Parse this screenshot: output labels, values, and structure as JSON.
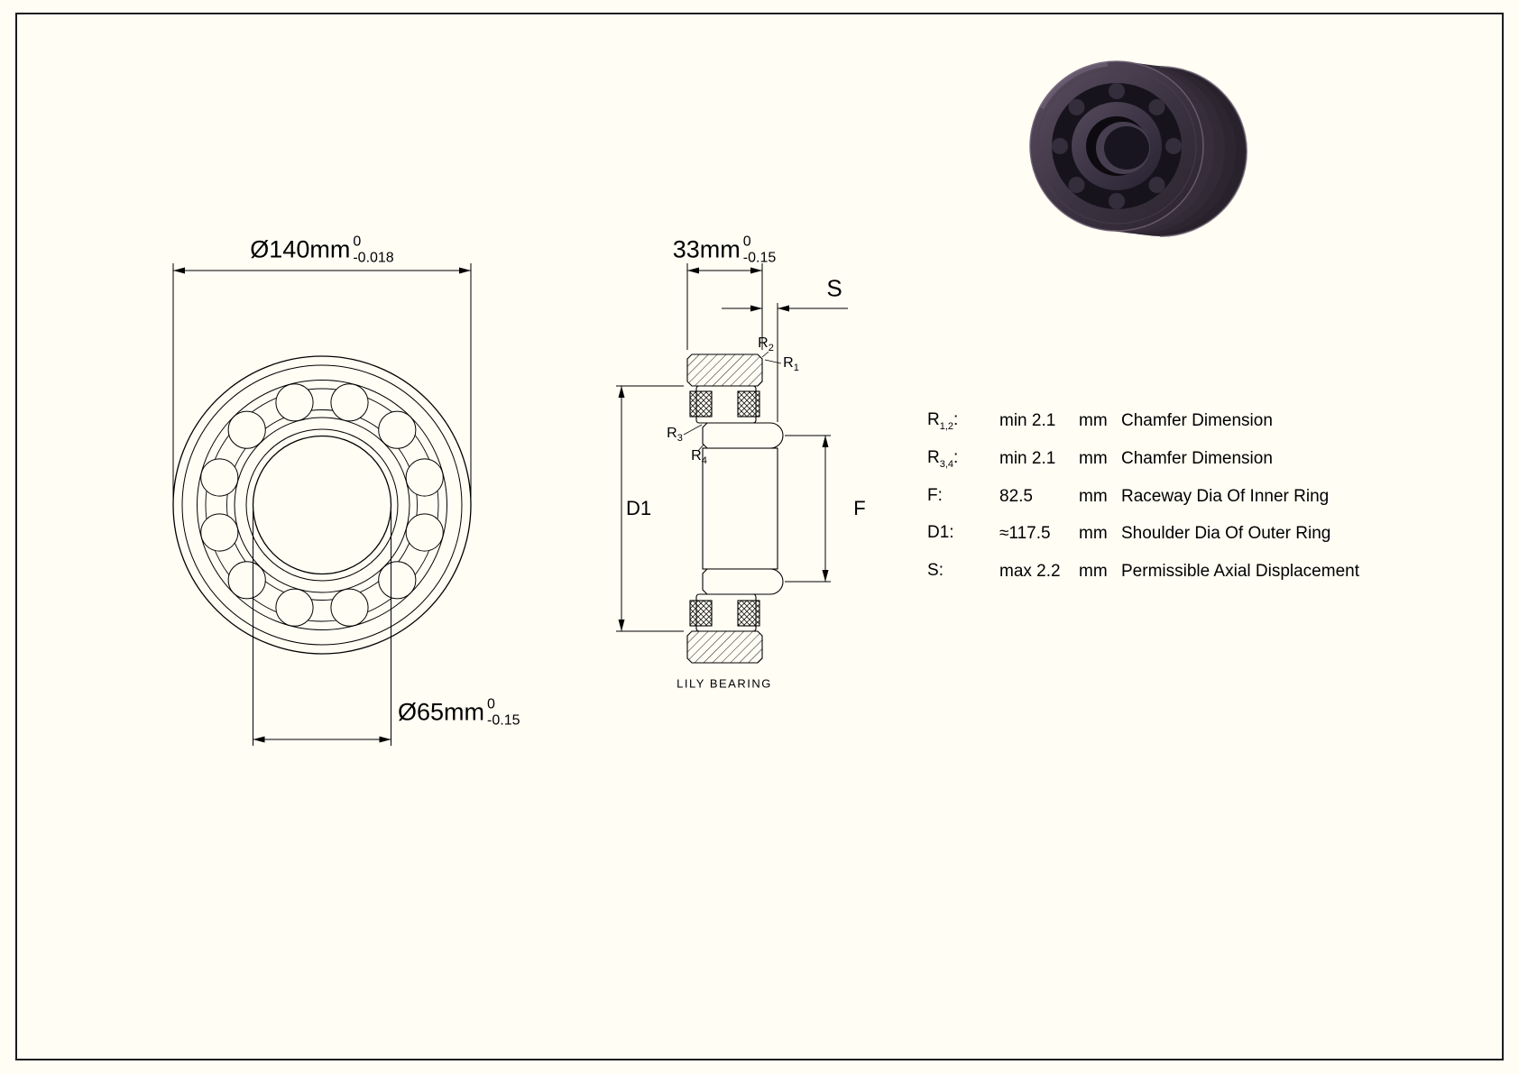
{
  "page": {
    "bg": "#fffdf4",
    "border_color": "#1c1c1c"
  },
  "front_view": {
    "outer_dim": {
      "text": "Ø140mm",
      "tol_top": "0",
      "tol_bottom": "-0.018"
    },
    "bore_dim": {
      "text": "Ø65mm",
      "tol_top": "0",
      "tol_bottom": "-0.15"
    }
  },
  "section_view": {
    "width_dim": {
      "text": "33mm",
      "tol_top": "0",
      "tol_bottom": "-0.15"
    },
    "labels": {
      "s": "S",
      "d1": "D1",
      "f": "F",
      "r1": {
        "sym": "R",
        "sub": "1"
      },
      "r2": {
        "sym": "R",
        "sub": "2"
      },
      "r3": {
        "sym": "R",
        "sub": "3"
      },
      "r4": {
        "sym": "R",
        "sub": "4"
      }
    },
    "brand": "LILY BEARING"
  },
  "spec_table": {
    "rows": [
      {
        "sym": "R",
        "sub": "1,2",
        "colon": ":",
        "value": "min 2.1",
        "unit": "mm",
        "desc": "Chamfer Dimension"
      },
      {
        "sym": "R",
        "sub": "3,4",
        "colon": ":",
        "value": "min 2.1",
        "unit": "mm",
        "desc": "Chamfer Dimension"
      },
      {
        "sym": "F",
        "sub": "",
        "colon": ":",
        "value": "82.5",
        "unit": "mm",
        "desc": "Raceway Dia Of Inner Ring"
      },
      {
        "sym": "D1",
        "sub": "",
        "colon": ":",
        "value": "≈117.5",
        "unit": "mm",
        "desc": "Shoulder Dia Of Outer Ring"
      },
      {
        "sym": "S",
        "sub": "",
        "colon": ":",
        "value": "max 2.2",
        "unit": "mm",
        "desc": "Permissible Axial Displacement"
      }
    ]
  }
}
